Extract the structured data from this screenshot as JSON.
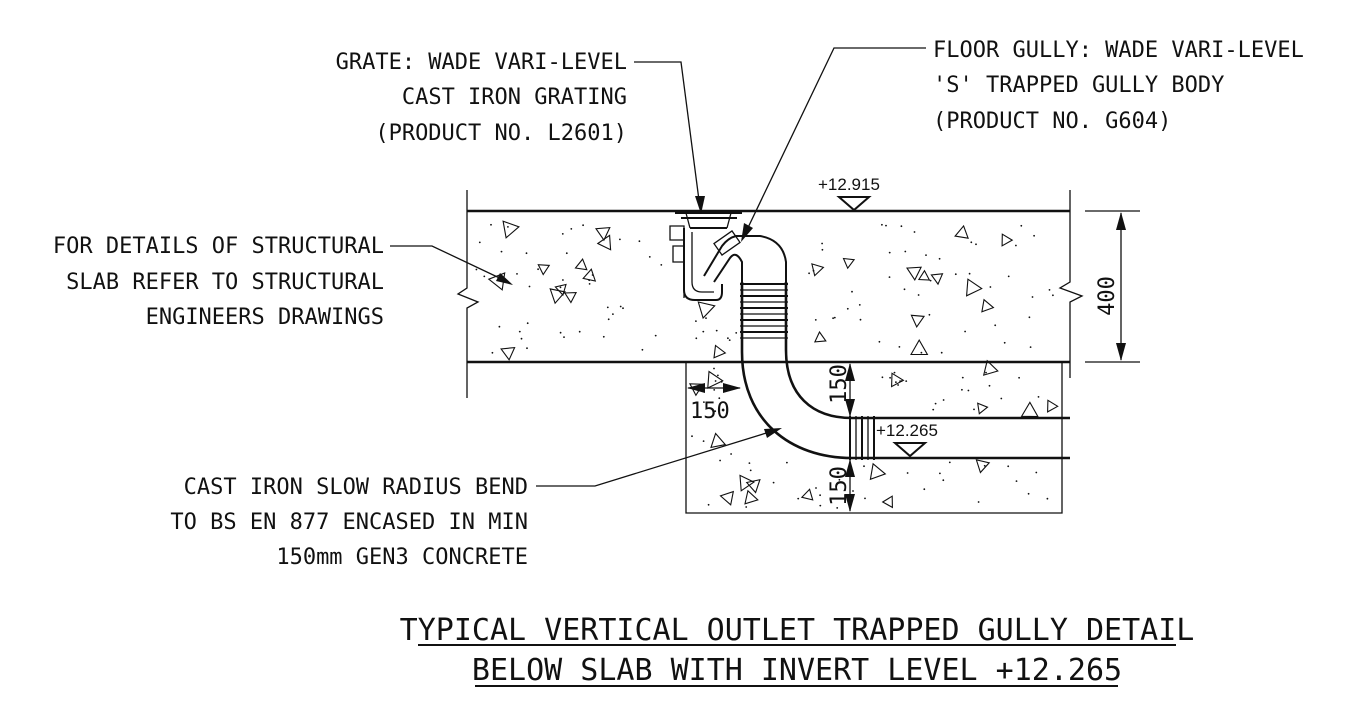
{
  "notes": {
    "grate": [
      "GRATE: WADE VARI-LEVEL",
      "CAST IRON GRATING",
      "(PRODUCT NO. L2601)"
    ],
    "gully": [
      "FLOOR GULLY: WADE VARI-LEVEL",
      "'S' TRAPPED GULLY BODY",
      "(PRODUCT NO. G604)"
    ],
    "slab": [
      "FOR DETAILS OF STRUCTURAL",
      "SLAB REFER TO STRUCTURAL",
      "ENGINEERS DRAWINGS"
    ],
    "bend": [
      "CAST IRON SLOW RADIUS BEND",
      "TO BS EN 877 ENCASED IN MIN",
      "150mm GEN3 CONCRETE"
    ]
  },
  "levels": {
    "floor": "+12.915",
    "invert": "+12.265"
  },
  "dimensions": {
    "slab_depth": "400",
    "side_cover": "150",
    "top_cover": "150",
    "bottom_cover": "150"
  },
  "title": [
    "TYPICAL VERTICAL OUTLET TRAPPED GULLY DETAIL",
    "BELOW SLAB WITH INVERT LEVEL +12.265"
  ]
}
